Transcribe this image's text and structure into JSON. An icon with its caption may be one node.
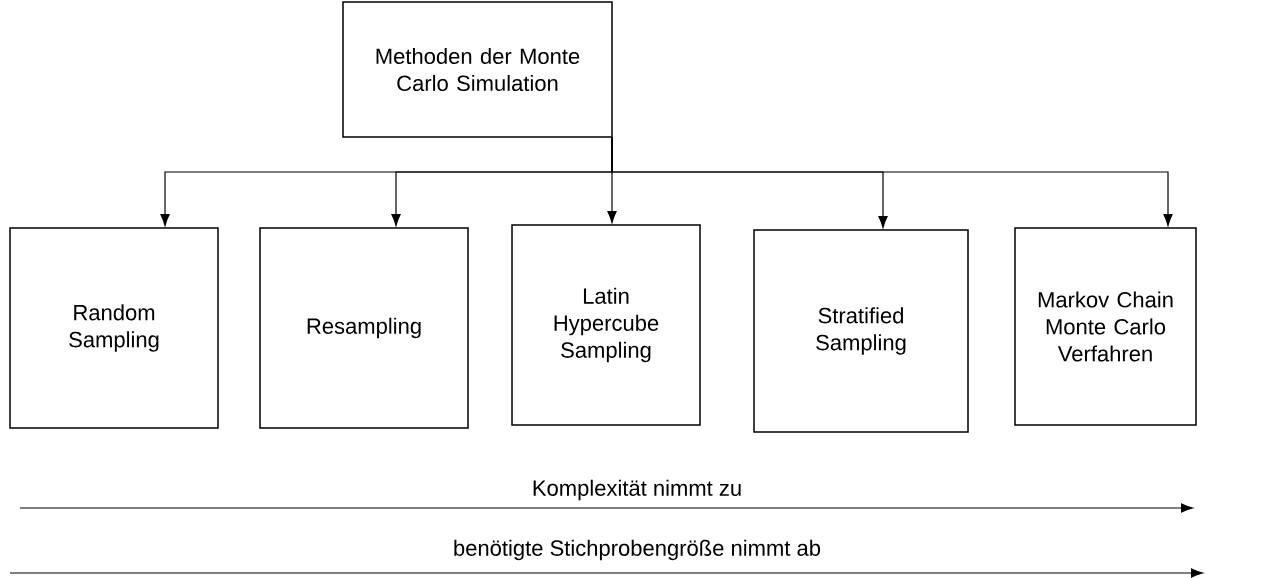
{
  "diagram": {
    "nodes": [
      {
        "text": [
          "Methoden der Monte Carlo Simulation"
        ]
      },
      {
        "text": [
          "Random Sampling"
        ]
      },
      {
        "text": [
          "Resampling"
        ]
      },
      {
        "text": [
          "Latin Hypercube Sampling"
        ]
      },
      {
        "text": [
          "Stratified Sampling"
        ]
      },
      {
        "text": [
          "Markov Chain Monte Carlo Verfahren"
        ]
      }
    ],
    "edges": [
      {
        "from": 0,
        "to": 1,
        "arrow": "to"
      },
      {
        "from": 0,
        "to": 2,
        "arrow": "to"
      },
      {
        "from": 0,
        "to": 3,
        "arrow": "to"
      },
      {
        "from": 0,
        "to": 4,
        "arrow": "to"
      },
      {
        "from": 0,
        "to": 5,
        "arrow": "to"
      }
    ],
    "labels": [
      "Komplexität nimmt zu",
      "benötigte Stichprobengröße nimmt ab"
    ]
  }
}
